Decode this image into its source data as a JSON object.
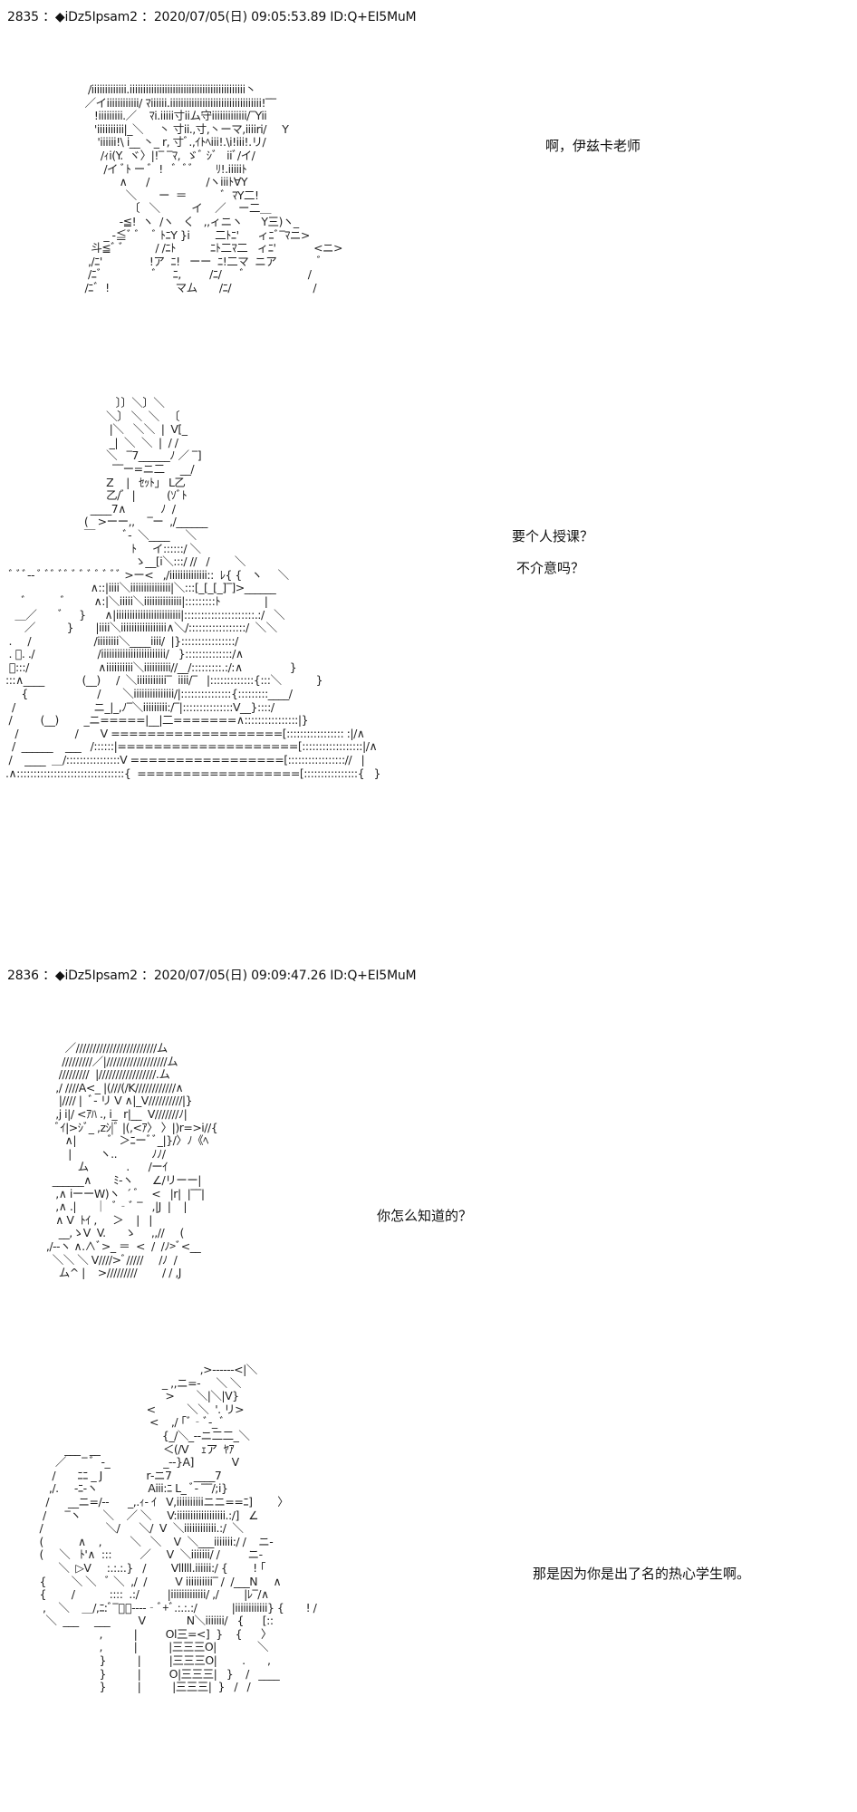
{
  "posts": [
    {
      "header": "2835 ：◆iDz5Ipsam2 ：2020/07/05(日) 09:05:53.89 ID:Q+EI5MuM",
      "dialogue": [
        "啊，伊兹卡老师",
        "要个人授课？",
        "不介意吗？"
      ],
      "art": [
        [
          "  /iiiiiiiiiiiii.iiiiiiiiiiiiiiiiiiiiiiiiiiiiiiiiiiiiiiiiiii丶",
          " ／イiiiiiiiiiiii/ ﾏiiiiii.iiiiiiiiiiiiiiiiiiiiiiiiiiiiiiiiii!‾‾",
          "    !iiiiiiiii.／    ﾏi.iiiii寸iiム守iiiiiiiiiiiii/‾Yii",
          "    'iiiiiiiiii|_＼     丶 寸ii.,寸,丶ーマ,iiiiri/     Y",
          "     'iiiiii!\\ i__ 丶_ r, 寸ﾞ.,ｲﾄﾍiii!.\\i!iii!.リ/",
          "      /ｨi(Y.  ヾ〉|!‾ ‾ﾏ,  ゞﾞ ｼﾞ   iiﾞ/イ/",
          "       /イ ﾞﾄ ー ﾞ  !   ﾞ  ﾞﾞ       ﾘ!.iiiiiﾄ",
          "            ∧      /                  /ヽiiiﾄ∀Y",
          "              ＼       ー  ＝           ﾞ  ﾏY二!",
          "               〔   ＼          イ    ／    ー二＿",
          "            -≦!  ヽ  /ヽ   く   ,,ィニヽ      Y三)ヽ_",
          "       _ -≦ﾞ ﾞ    ﾞ ﾄﾆY }i        二ﾄﾆ'      ィﾆﾞ‾ﾏニ>",
          "   斗≦ﾞ ﾞ          / /ﾆﾄ           ﾆﾄ二ﾏ二   ィﾆ'            <ニ>",
          "  ,/ﾆ'               !ア  ﾆ!   ーー  ﾆ!二マ  ニア             ﾞ",
          "  /ﾆﾞ                ﾞ     ﾆ,         /ﾆ/      ﾞ                    /",
          " /ﾆﾞ  !                     マム       /ﾆ/                          /"
        ],
        [
          "                                   〕〕＼〕＼",
          "                                ＼〕 ＼  ＼   〔",
          "                                 |＼   ＼＼  |  V[_",
          "                                 _|  ＼  ＼  |  / /",
          "                                ＼   ‾7______ﾉ ／ ‾]",
          "                                  ‾‾ー=ニ二     __/",
          "                                Z    |   ｾｯﾄ」 L乙",
          "                                乙/ﾞ  |          (ｿﾞﾄ",
          "                           ____7∧           ﾉ  /",
          "                         (   >ーー,,    ‾ー  ,/______",
          "                         ￣         ﾞ‐  ＼____     ＼",
          "                                        ﾄ     イ::::::/ ＼",
          "                                         ゝ__[i＼:::/ //   /        ＼",
          " ﾞ ﾞﾞ‐‐ ﾞ ﾞﾞ ﾞﾞ ﾞ ﾞ ﾞ ﾞ ﾞ ﾞﾞ >ー<   ,/iiiiiiiiiiiiii::  ﾚ{ {   ヽ     ＼",
          "                           ∧::|iiii＼iiiiiiiiiiiiiii|＼:::[_[_[_]‾]>______",
          "     ﾞ           ﾞ         ∧:|＼iiiii＼iiiiiiiiiiiiii|:::::::::ﾄ              |",
          "   ＿／       ﾞ     }      ∧|iiiiiiiiiiiiiiiiiiiiiiii|:::::::::::::::::::::.:/   ＼",
          "      ／          }       |iiii＼iiiiiiiiiiiiiiiii∧＼/:::::::::::::::::/  ＼＼",
          " .     /                    /iiiiiiii＼____iiii/  |}::::::::::::::::/",
          " . ﾞ. ./                    /iiiiiiiiiiiiiiiiiiiiiiii/   }::::::::::::::/∧",
          " ﾞ:::/                      ∧iiiiiiiiii＼iiiiiiiiii//__/:::::::::.:/:∧               }",
          ":::∧____            (__)     /  ＼iiiiiiiiiii‾  iiii/‾   |:::::::::::::{:::＼           }",
          "     {                      /       ＼iiiiiiiiiiiiiii/|:::::::::::::::{:::::::::____/",
          "  /                         ニ_|_,ﾉ‾＼iiiiiiiii:/‾|:::::::::::::::V__}::::/",
          " /         (__)        _ニ=====|__|二=======∧::::::::::::::::|}",
          "   /                  /       V ===================[::::::::::::::::: :|/∧",
          "  /  ______    ___   /::::::|====================[::::::::::::::::::|/∧",
          " /    ____  ＿/::::::::::::::::V =================[::::::::::::::::://   |",
          ".∧::::::::::::::::::::::::::::::::{  ==================[::::::::::::::::{   }"
        ]
      ]
    },
    {
      "header": "2836 ：◆iDz5Ipsam2 ：2020/07/05(日) 09:09:47.26 ID:Q+EI5MuM",
      "dialogue": [
        "你怎么知道的？",
        "那是因为你是出了名的热心学生啊。"
      ],
      "art": [
        [
          "            ／////////////////////////ム",
          "           /////////／|//////////////////ム",
          "          /////////  |/////////////////.ム",
          "         ,/ ////A<_ |(///(/K////////////∧",
          "          |//// |  ﾞ‐ リ V ∧|_V//////////|}",
          "         ,j i|/ <ｱﾊ ., i_  r|__  V///////ﾉ|",
          "         ﾞｲ|>ｼﾞ_ ,zｼ|ﾞ |(,<ｱ〉 〉|)r=>i//{",
          "            ∧|          ﾞ  ＞ﾆーﾞﾞ_|}/〉ﾉ《ﾍ",
          "             |         ヽ..           ﾉﾉ/",
          "                ム            .      /ーｲ",
          "        ______∧       ﾐ‐ヽ      ∠/リーー|",
          "         ,∧ iーーW)ヽ  ´ ﾞ    <   |r|  |‾‾|",
          "         ,∧ .|      ｜  ﾞ‐ﾞ ‾   ,|J  |    |",
          "         ∧ V  ﾄｲ ,     ＞    |   |",
          "          __,ゝV  V.      ゝ     ,,//     (",
          "      ,/‐‐ヽ ∧.∧ﾞ>_ ＝  <  /  /ﾉ>ﾞ<__",
          "        ＼＼ ＼ V////>ﾞ/////     /ﾉ  /",
          "          ム^ |    >/////////        / / ,J"
        ],
        [
          "                                                    ,>‐‐‐‐‐-<|＼",
          "                                        _ ,,ニ=‐     ＼ ＼",
          "                                         >       ＼|＼|V}",
          "                                   <          ＼＼  '. リ>",
          "                                    <    ,/ ｢ﾞ‐ﾞ‐_ ﾞ",
          "                                        {_/＼_‐‐ニ二二_＼",
          "         ___   __                    ＜(/V    ｪア  ﾔｱ",
          "      ／     ‾ ﾞ  ‐_                 _-‐}A]            V",
          "     /       ﾆﾆ _ J              r‐ニ7       ____7",
          "    ,/.     ‐ﾆ‐ヽ                Aiii:ﾆ L_ ﾞ‐ ‾‾/;i}",
          "   /      __ニ=/-‐      _,.ｨ‐ ｲ   V,iiiiiiiiiiニニ==ﾆ]        〉",
          "  /      ‾ヽ       ＼    ／ ＼     V:iiiiiiiiiiiiiiiiii.:/]   ∠",
          " /                    ＼/      ＼/  V  ＼iiiiiiiiiiii.:/  ＼",
          " (           ∧    ,         ＼   ＼    V  ＼___iiiiiii:/ /    ニ‐",
          " (     ＼   ﾄ'∧  :::         ／     V  ＼iiiiiii/ /         ニ‐",
          "       ＼  ▷V     :.:.:.}   /        Vlllll.iiiiii:/ {        ! ｢",
          " {        ＼ ＼   ﾞ ＼  ,/  /         V iiiiiiiiii‾ /  /___N     ∧",
          " {        /           ::::  .:/         |iiiiiiiiiiiii/ ,/        |ﾚ‾/∧",
          "  ,    ＼    ＿/,ﾆ:ﾞ‾ﾞﾞ‐‐‐‐‐ﾞ+ﾞ.:.:.:/           |iiiiiiiiiiii} {       ! /",
          "   ＼  ___     ___         V             N＼iiiiiii/   {      [::",
          "                    ,          |         Ol三=<]  }    {      〉",
          "                    ,          |          |三三三O|             ＼",
          "                    }          |         |三三三O|        .       ,",
          "                    }          |         O|三三三|   }    /   ____",
          "                    }          |          |三三三|  }   /   /"
        ]
      ]
    }
  ]
}
